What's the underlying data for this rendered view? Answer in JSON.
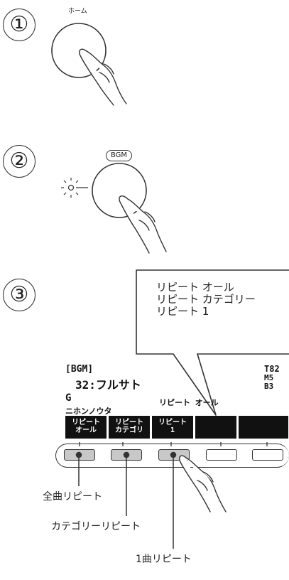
{
  "steps": {
    "one": {
      "number": "①",
      "button_label": "ホーム"
    },
    "two": {
      "number": "②",
      "button_label": "BGM"
    },
    "three": {
      "number": "③"
    }
  },
  "bubble": {
    "lines": [
      "リピート オール",
      "リピート カテゴリー",
      "リピート 1"
    ]
  },
  "lcd": {
    "mode": "[BGM]",
    "song": "32:フルサト",
    "key": "G",
    "category": "ニホンノウタ",
    "repeat_status": "リピート オール",
    "tempo": "T82",
    "measure": "M5",
    "beat": "B3",
    "softkeys": [
      {
        "line1": "リピート",
        "line2": "オール"
      },
      {
        "line1": "リピート",
        "line2": "カテゴリ"
      },
      {
        "line1": "リピート",
        "line2": "1"
      },
      {
        "line1": "",
        "line2": ""
      },
      {
        "line1": "",
        "line2": ""
      }
    ]
  },
  "callouts": {
    "all_repeat": "全曲リピート",
    "category_repeat": "カテゴリーリピート",
    "one_repeat": "1曲リピート"
  },
  "colors": {
    "button_active": "#c8c8c8",
    "lcd_softkey": "#111111",
    "line": "#333333"
  }
}
